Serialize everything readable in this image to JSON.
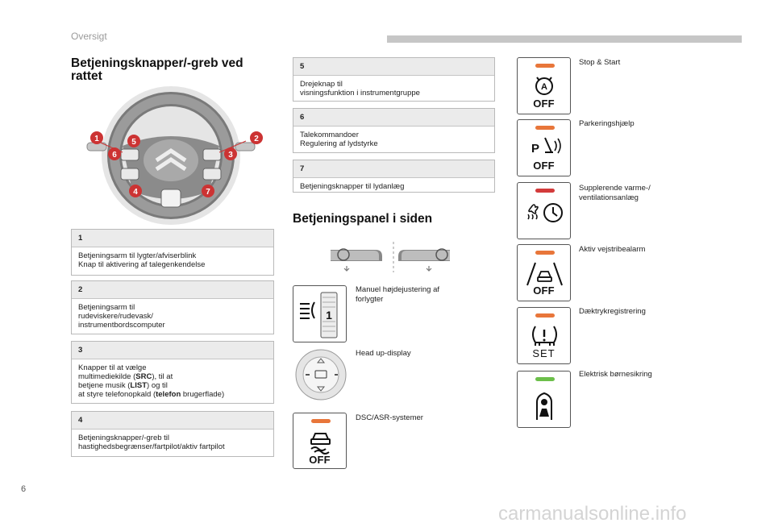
{
  "header": {
    "section": "Oversigt"
  },
  "page_number": "6",
  "watermark": "carmanualsonline.info",
  "colors": {
    "led_orange": "#e8763a",
    "led_red": "#d33b3b",
    "led_green": "#6cbf4a",
    "callout_red": "#cc3333",
    "header_bar": "#c6c6c6"
  },
  "left": {
    "title_line1": "Betjeningsknapper/-greb ved",
    "title_line2": "rattet",
    "callouts": [
      "1",
      "5",
      "2",
      "6",
      "3",
      "4",
      "7"
    ],
    "items": [
      {
        "num": "1",
        "lines": [
          "Betjeningsarm til lygter/afviserblink",
          "Knap til aktivering af talegenkendelse"
        ]
      },
      {
        "num": "2",
        "lines": [
          "Betjeningsarm til",
          "rudeviskere/rudevask/",
          "instrumentbordscomputer"
        ]
      },
      {
        "num": "3",
        "l1": "Knapper til at vælge",
        "l2a": "multimediekilde (",
        "l2b": "SRC",
        "l2c": "), til at",
        "l3a": "betjene musik (",
        "l3b": "LIST",
        "l3c": ") og til",
        "l4a": "at styre telefonopkald (",
        "l4b": "telefon",
        "l4c": " brugerflade)"
      },
      {
        "num": "4",
        "lines": [
          "Betjeningsknapper/-greb til",
          "hastighedsbegrænser/fartpilot/aktiv fartpilot"
        ]
      }
    ]
  },
  "middle": {
    "items": [
      {
        "num": "5",
        "lines": [
          "Drejeknap til",
          "visningsfunktion i instrumentgruppe"
        ]
      },
      {
        "num": "6",
        "lines": [
          "Talekommandoer",
          "Regulering af lydstyrke"
        ]
      },
      {
        "num": "7",
        "lines": [
          "Betjeningsknapper til lydanlæg"
        ]
      }
    ],
    "side_panel_title": "Betjeningspanel i siden",
    "headlamp_label_1": "Manuel højdejustering af",
    "headlamp_label_2": "forlygter",
    "headlamp_value": "1",
    "hud_label": "Head up-display",
    "dsc_label": "DSC/ASR-systemer",
    "off_text": "OFF"
  },
  "right": {
    "controls": [
      {
        "label": "Stop & Start",
        "bottom": "OFF"
      },
      {
        "label": "Parkeringshjælp",
        "bottom": "OFF"
      },
      {
        "label_1": "Supplerende varme-/",
        "label_2": "ventilationsanlæg"
      },
      {
        "label": "Aktiv vejstribealarm",
        "bottom": "OFF"
      },
      {
        "label": "Dæktrykregistrering",
        "bottom": "SET"
      },
      {
        "label": "Elektrisk børnesikring"
      }
    ]
  }
}
